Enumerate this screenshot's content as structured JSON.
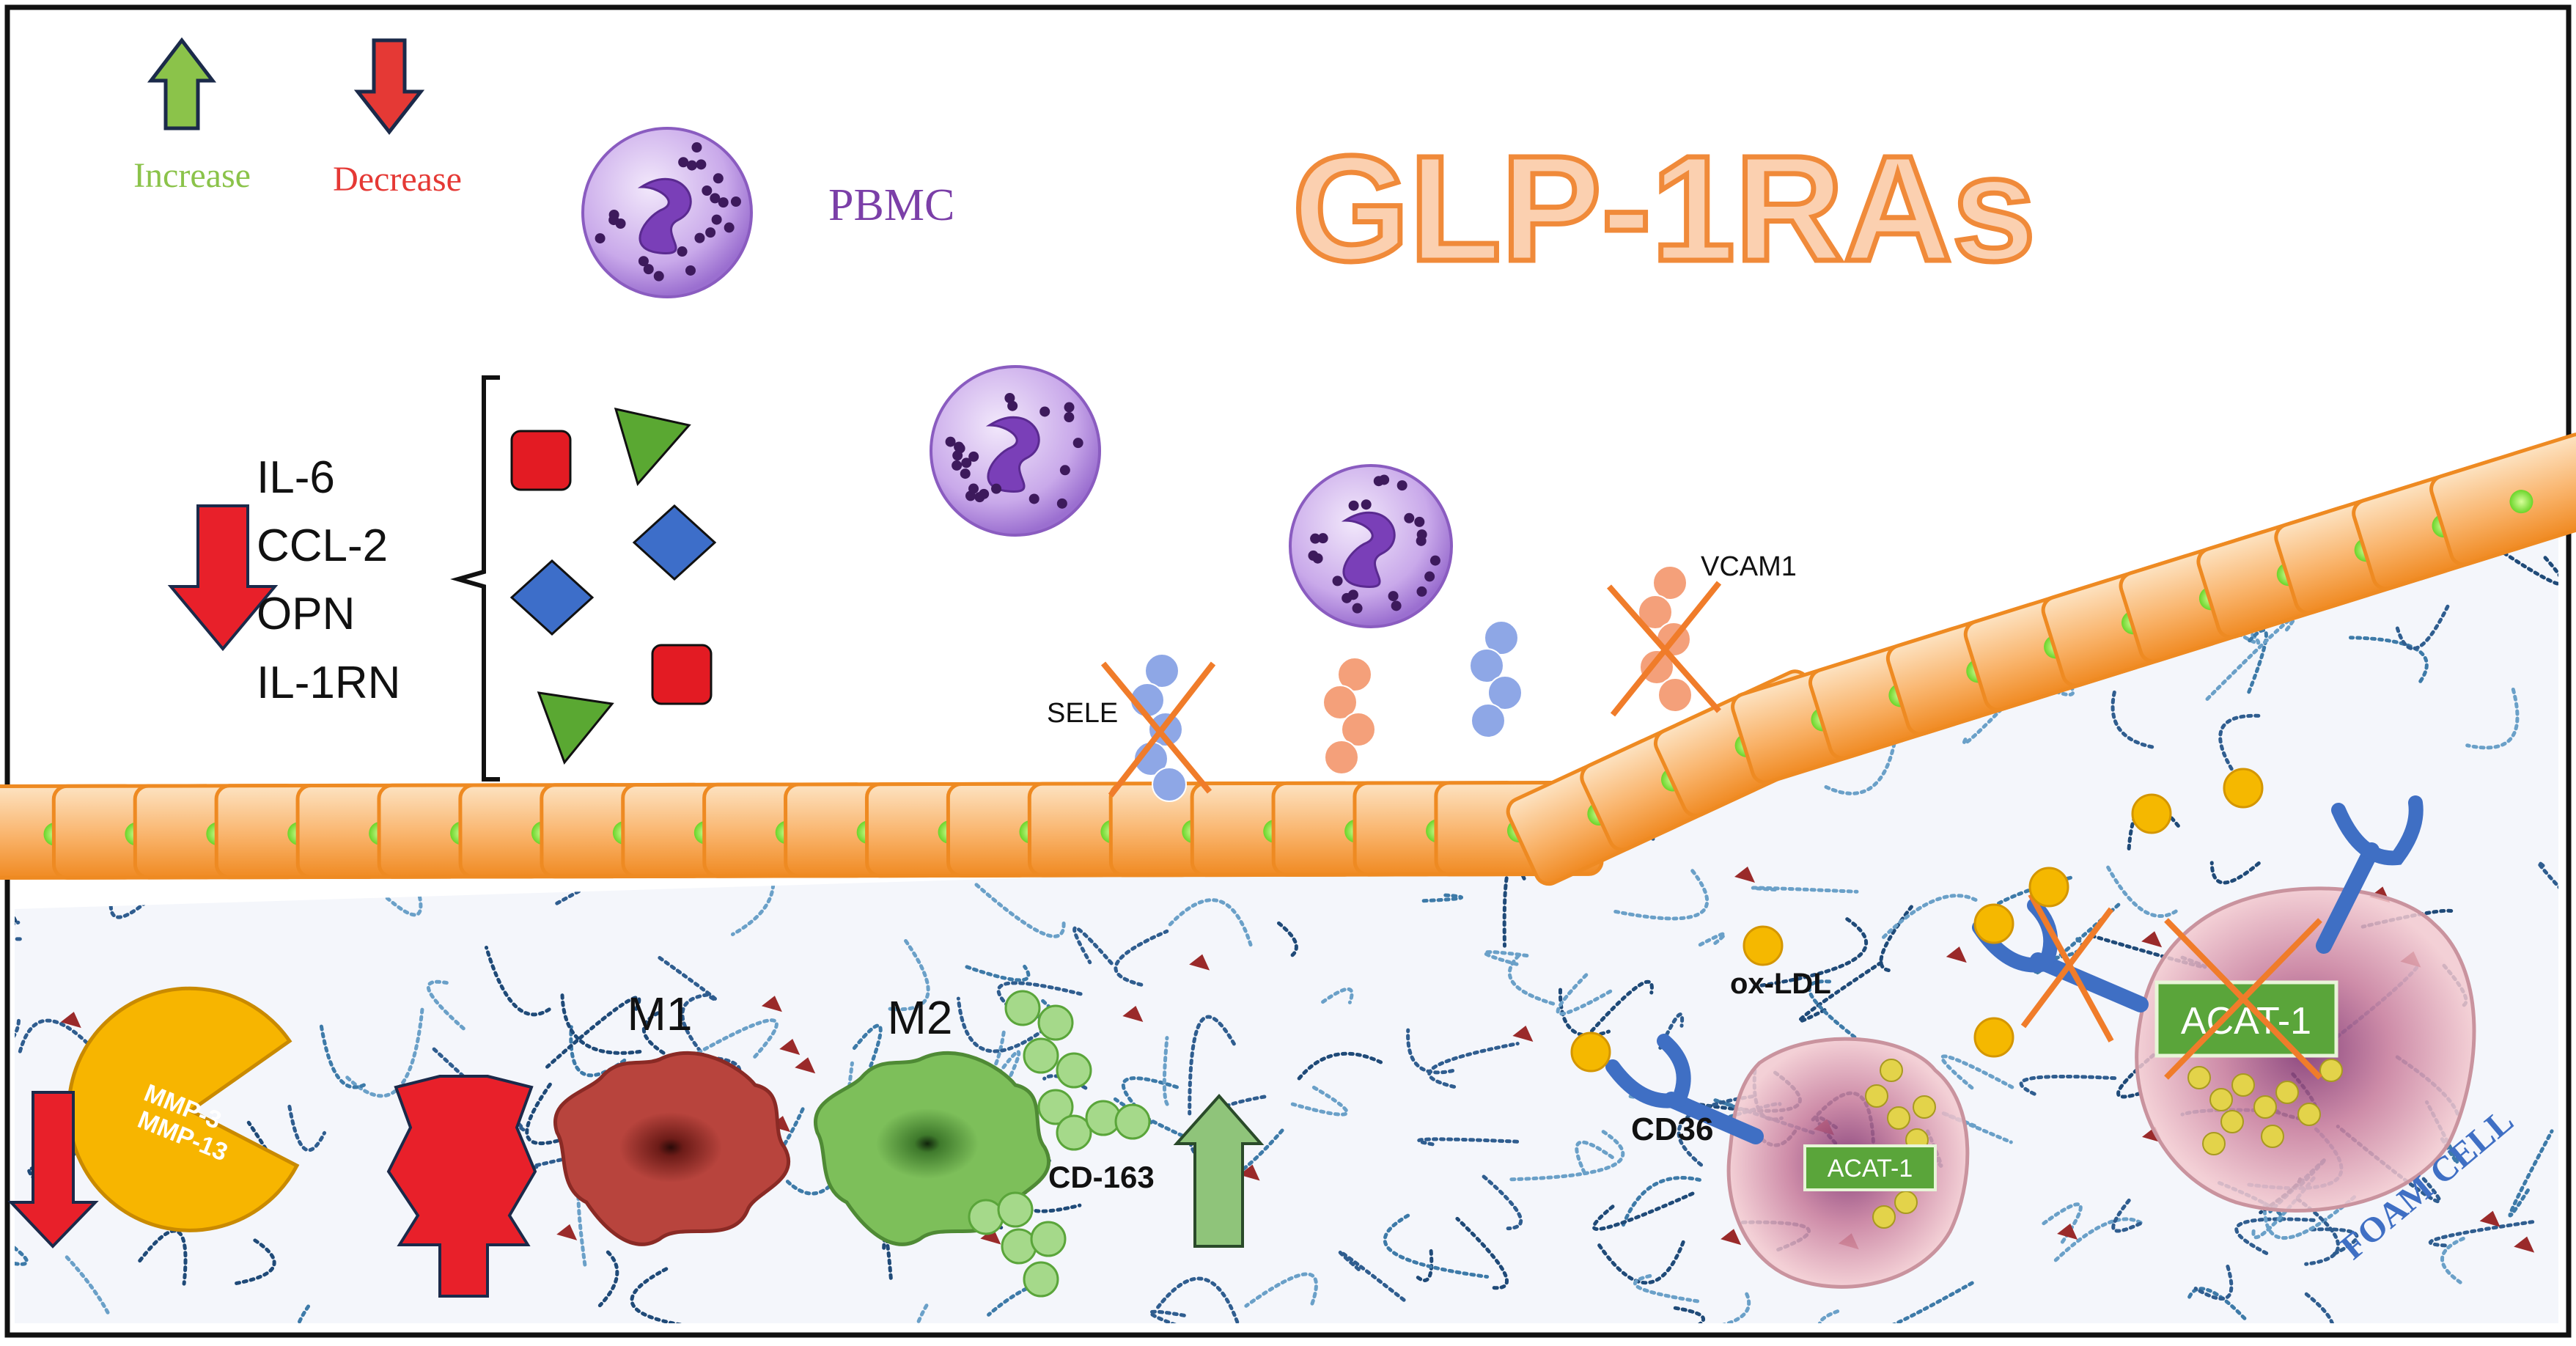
{
  "legend": {
    "increase_label": "Increase",
    "decrease_label": "Decrease",
    "increase_color": "#8bc34a",
    "decrease_color": "#e53935"
  },
  "title": "GLP-1RAs",
  "title_color": "#f5a878",
  "pbmc_label": "PBMC",
  "cytokines": [
    "IL-6",
    "CCL-2",
    "OPN",
    "IL-1RN"
  ],
  "adhesion": {
    "sele_label": "SELE",
    "vcam1_label": "VCAM1"
  },
  "macrophages": {
    "m1_label": "M1",
    "m2_label": "M2",
    "cd163_label": "CD-163"
  },
  "mmp": {
    "line1": "MMP-3",
    "line2": "MMP-13"
  },
  "foam": {
    "oxldl_label": "ox-LDL",
    "cd36_label": "CD36",
    "acat_small": "ACAT-1",
    "acat_large": "ACAT-1",
    "foam_cell_label": "FOAM CELL"
  },
  "colors": {
    "endothelium": "#f7a348",
    "nucleus": "#8ff542",
    "pbmc": "#b48be0",
    "sele_beads": "#8ea7e6",
    "vcam_beads": "#f4a07a",
    "cross": "#f07c2a",
    "m1": "#b03a35",
    "m2": "#6aab4a",
    "ldl": "#f5b800",
    "receptor": "#3f6fc4",
    "acat_box": "#5aa53a"
  },
  "icons": [
    "increase-arrow-icon",
    "decrease-arrow-icon",
    "cross-icon",
    "receptor-icon"
  ]
}
